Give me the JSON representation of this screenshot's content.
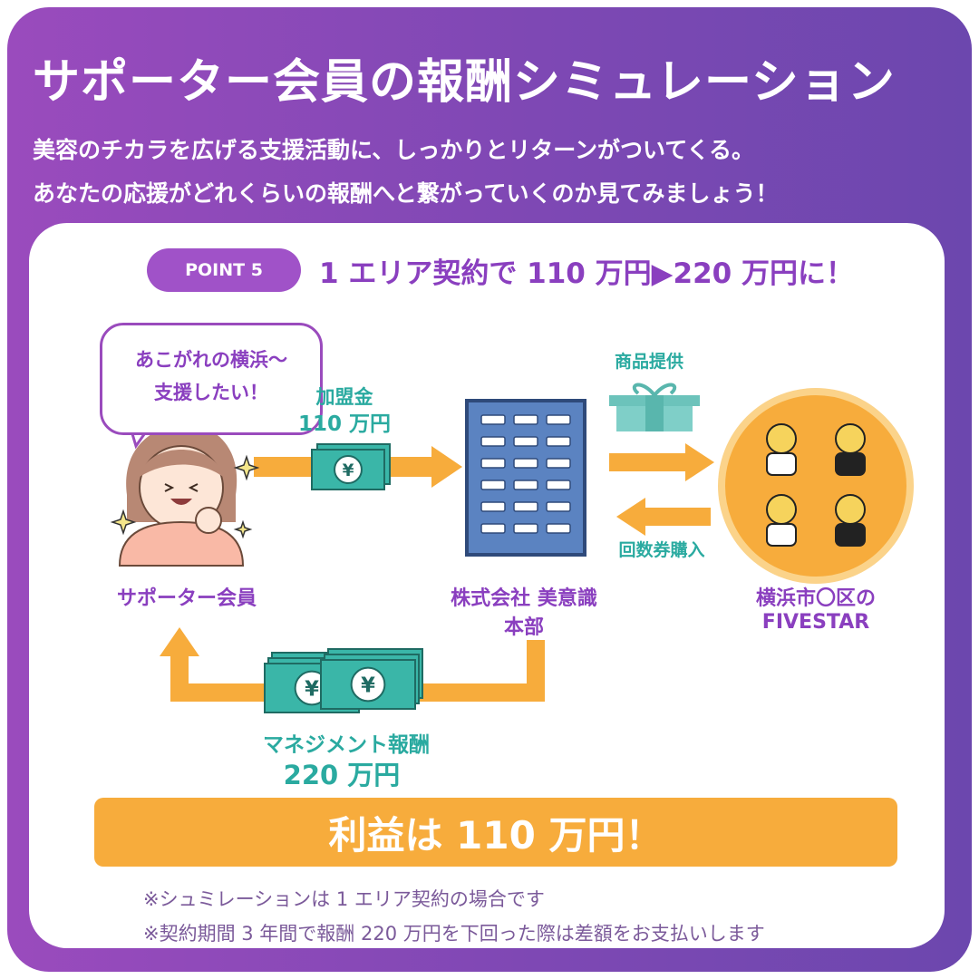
{
  "header": {
    "title": "サポーター会員の報酬シミュレーション",
    "subtitle_line1": "美容のチカラを広げる支援活動に、しっかりとリターンがついてくる。",
    "subtitle_line2": "あなたの応援がどれくらいの報酬へと繋がっていくのか見てみましょう！"
  },
  "point": {
    "badge": "POINT 5",
    "headline": "1 エリア契約で 110 万円▶220 万円に！"
  },
  "bubble": {
    "line1": "あこがれの横浜〜",
    "line2": "支援したい！"
  },
  "flows": {
    "fee_label": "加盟金",
    "fee_amount": "110 万円",
    "product_label": "商品提供",
    "ticket_label": "回数券購入",
    "reward_label": "マネジメント報酬",
    "reward_amount": "220 万円"
  },
  "actors": {
    "supporter": "サポーター会員",
    "hq_line1": "株式会社 美意識",
    "hq_line2": "本部",
    "salon_line1": "横浜市〇区の",
    "salon_line2": "FIVESTAR"
  },
  "result": "利益は 110 万円！",
  "notes": [
    "※シュミレーションは 1 エリア契約の場合です",
    "※契約期間 3 年間で報酬 220 万円を下回った際は差額をお支払いします"
  ],
  "currency_symbol": "¥",
  "colors": {
    "purple": "#8a3fbf",
    "orange": "#f7ac3c",
    "teal": "#2aaaa0",
    "navy": "#2f4a7a",
    "building": "#5b83c1"
  }
}
